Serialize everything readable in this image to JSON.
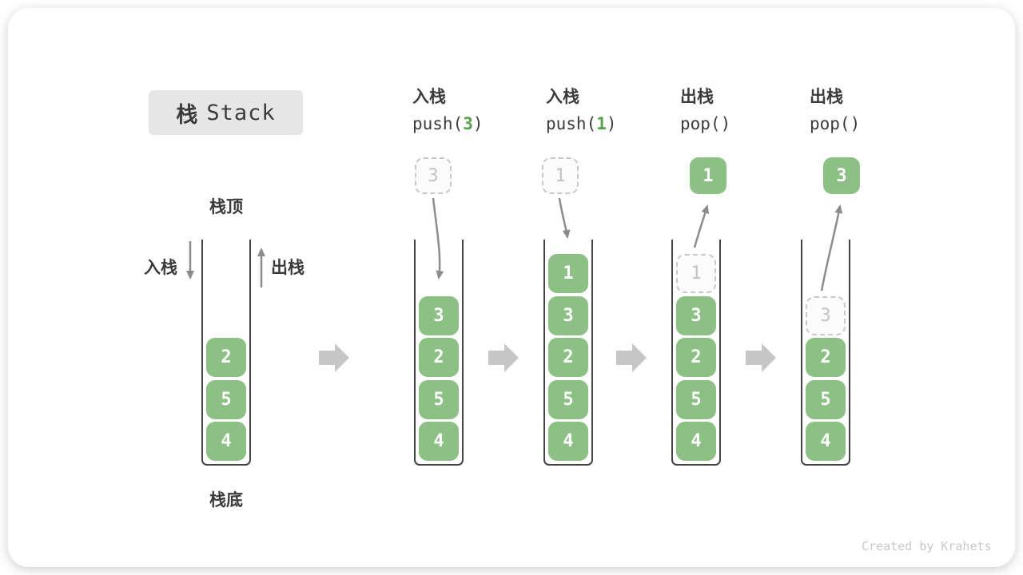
{
  "title": {
    "cn": "栈",
    "en": "Stack"
  },
  "labels": {
    "stack_top": "栈顶",
    "stack_bottom": "栈底",
    "push_side": "入栈",
    "pop_side": "出栈"
  },
  "operations": [
    {
      "name": "入栈",
      "code_pre": "push(",
      "code_arg": "3",
      "code_post": ")",
      "float_value": "3",
      "float_style": "ghost"
    },
    {
      "name": "入栈",
      "code_pre": "push(",
      "code_arg": "1",
      "code_post": ")",
      "float_value": "1",
      "float_style": "ghost"
    },
    {
      "name": "出栈",
      "code_pre": "pop()",
      "code_arg": "",
      "code_post": "",
      "float_value": "1",
      "float_style": "solid"
    },
    {
      "name": "出栈",
      "code_pre": "pop()",
      "code_arg": "",
      "code_post": "",
      "float_value": "3",
      "float_style": "solid"
    }
  ],
  "stacks": [
    {
      "items": [
        {
          "v": "4"
        },
        {
          "v": "5"
        },
        {
          "v": "2"
        }
      ]
    },
    {
      "items": [
        {
          "v": "4"
        },
        {
          "v": "5"
        },
        {
          "v": "2"
        },
        {
          "v": "3"
        }
      ]
    },
    {
      "items": [
        {
          "v": "4"
        },
        {
          "v": "5"
        },
        {
          "v": "2"
        },
        {
          "v": "3"
        },
        {
          "v": "1"
        }
      ]
    },
    {
      "items": [
        {
          "v": "4"
        },
        {
          "v": "5"
        },
        {
          "v": "2"
        },
        {
          "v": "3"
        },
        {
          "v": "1",
          "ghost": true
        }
      ]
    },
    {
      "items": [
        {
          "v": "4"
        },
        {
          "v": "5"
        },
        {
          "v": "2"
        },
        {
          "v": "3",
          "ghost": true
        }
      ]
    }
  ],
  "watermark": "Created by Krahets",
  "colors": {
    "cell_green": "#8CC084",
    "code_arg_green": "#55a14f",
    "text_dark": "#3b3b3b",
    "ghost_gray": "#c8c8c8",
    "arrow_gray": "#8c8c8c",
    "transition_arrow_gray": "#c6c6c6",
    "title_badge_bg": "#e6e6e6"
  }
}
